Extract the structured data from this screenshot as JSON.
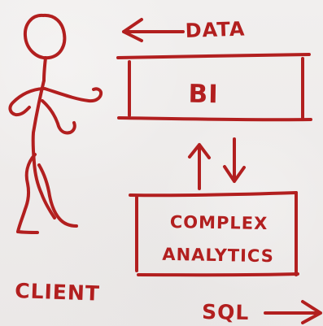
{
  "colors": {
    "background": "#efedec",
    "ink": "#b21f1f"
  },
  "labels": {
    "data": "DATA",
    "bi": "BI",
    "complex_line1": "COMPLEX",
    "complex_line2": "ANALYTICS",
    "client": "CLIENT",
    "sql": "SQL"
  }
}
